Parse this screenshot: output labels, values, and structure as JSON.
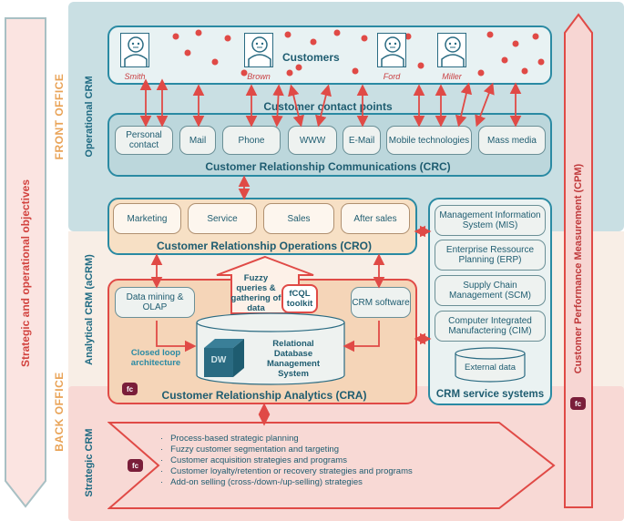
{
  "left_bar": {
    "label": "Strategic and operational objectives"
  },
  "right_bar": {
    "label": "Customer Performance Measurement (CPM)"
  },
  "office": {
    "front": "FRONT OFFICE",
    "back": "BACK OFFICE"
  },
  "crm_labels": {
    "operational": "Operational CRM",
    "analytical": "Analytical CRM (aCRM)",
    "strategic": "Strategic CRM"
  },
  "customers": {
    "title": "Customers",
    "people": [
      "Smith",
      "Brown",
      "Ford",
      "Miller"
    ]
  },
  "contact_points": {
    "title": "Customer contact points",
    "items": [
      "Personal contact",
      "Mail",
      "Phone",
      "WWW",
      "E-Mail",
      "Mobile technologies",
      "Mass media"
    ]
  },
  "crc": {
    "title": "Customer Relationship Communications (CRC)"
  },
  "cro": {
    "title": "Customer Relationship Operations (CRO)",
    "items": [
      "Marketing",
      "Service",
      "Sales",
      "After sales"
    ]
  },
  "service_systems": {
    "title": "CRM service systems",
    "items": [
      "Management Information System (MIS)",
      "Enterprise Ressource Planning (ERP)",
      "Supply Chain Management (SCM)",
      "Computer Integrated Manufactering (CIM)",
      "External data"
    ]
  },
  "cra": {
    "title": "Customer Relationship Analytics (CRA)",
    "data_mining": "Data mining & OLAP",
    "fuzzy": "Fuzzy queries & gathering of data",
    "fcql": "fCQL toolkit",
    "crm_software": "CRM software",
    "closed_loop": "Closed loop architecture",
    "dw": "DW",
    "rdbms": "Relational Database Management System"
  },
  "fc_badge": "fc",
  "strategic": {
    "items": [
      "Process-based strategic planning",
      "Fuzzy customer segmentation and targeting",
      "Customer acquisition strategies and programs",
      "Customer loyalty/retention or recovery strategies and programs",
      "Add-on selling (cross-/down-/up-selling) strategies"
    ]
  },
  "colors": {
    "red": "#e04a46",
    "teal": "#2a8aa3",
    "orange": "#e9a357",
    "dark_teal": "#1e5c70"
  }
}
